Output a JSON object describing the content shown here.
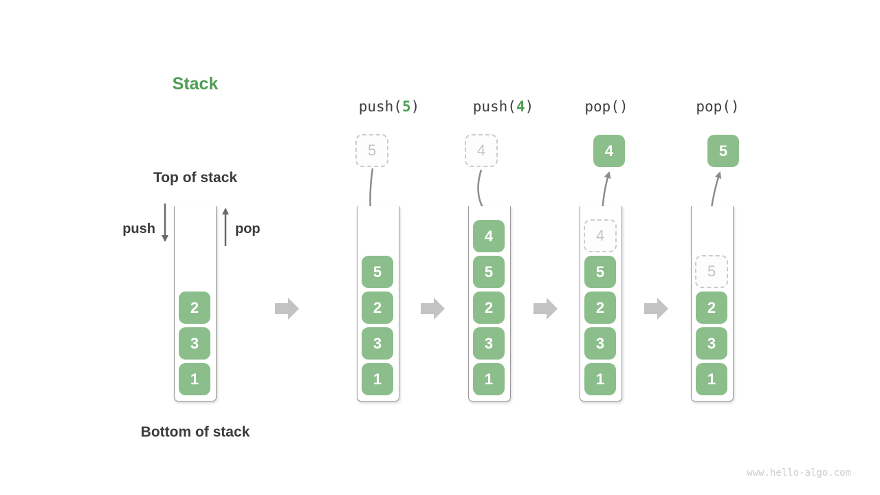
{
  "title": "Stack",
  "legend": {
    "top_label": "Top of stack",
    "bottom_label": "Bottom of stack",
    "push_label": "push",
    "pop_label": "pop",
    "blocks": [
      "2",
      "3",
      "1"
    ]
  },
  "stages": [
    {
      "op": {
        "prefix": "push(",
        "arg": "5",
        "suffix": ")"
      },
      "floating": {
        "style": "dashed",
        "value": "5"
      },
      "arrow": "down",
      "stack": [
        {
          "style": "solid",
          "value": "5"
        },
        {
          "style": "solid",
          "value": "2"
        },
        {
          "style": "solid",
          "value": "3"
        },
        {
          "style": "solid",
          "value": "1"
        }
      ]
    },
    {
      "op": {
        "prefix": "push(",
        "arg": "4",
        "suffix": ")"
      },
      "floating": {
        "style": "dashed",
        "value": "4"
      },
      "arrow": "down",
      "stack": [
        {
          "style": "solid",
          "value": "4"
        },
        {
          "style": "solid",
          "value": "5"
        },
        {
          "style": "solid",
          "value": "2"
        },
        {
          "style": "solid",
          "value": "3"
        },
        {
          "style": "solid",
          "value": "1"
        }
      ]
    },
    {
      "op": {
        "prefix": "pop()",
        "arg": "",
        "suffix": ""
      },
      "floating": {
        "style": "solid",
        "value": "4"
      },
      "arrow": "up",
      "stack": [
        {
          "style": "dashed",
          "value": "4"
        },
        {
          "style": "solid",
          "value": "5"
        },
        {
          "style": "solid",
          "value": "2"
        },
        {
          "style": "solid",
          "value": "3"
        },
        {
          "style": "solid",
          "value": "1"
        }
      ]
    },
    {
      "op": {
        "prefix": "pop()",
        "arg": "",
        "suffix": ""
      },
      "floating": {
        "style": "solid",
        "value": "5"
      },
      "arrow": "up",
      "stack": [
        {
          "style": "dashed",
          "value": "5"
        },
        {
          "style": "solid",
          "value": "2"
        },
        {
          "style": "solid",
          "value": "3"
        },
        {
          "style": "solid",
          "value": "1"
        }
      ]
    }
  ],
  "watermark": "www.hello-algo.com",
  "colors": {
    "block_green": "#8cbe8c",
    "accent_green": "#4e9e55",
    "dark_text": "#3b3b3b",
    "curved_arrow_gray": "#8c8c8c",
    "legend_arrow_gray": "#6a6a6a",
    "block_arrow_gray": "#c3c3c3",
    "dashed_border_gray": "#cccccc",
    "dashed_text_gray": "#c4c4c4",
    "watermark_gray": "#cccccc"
  }
}
